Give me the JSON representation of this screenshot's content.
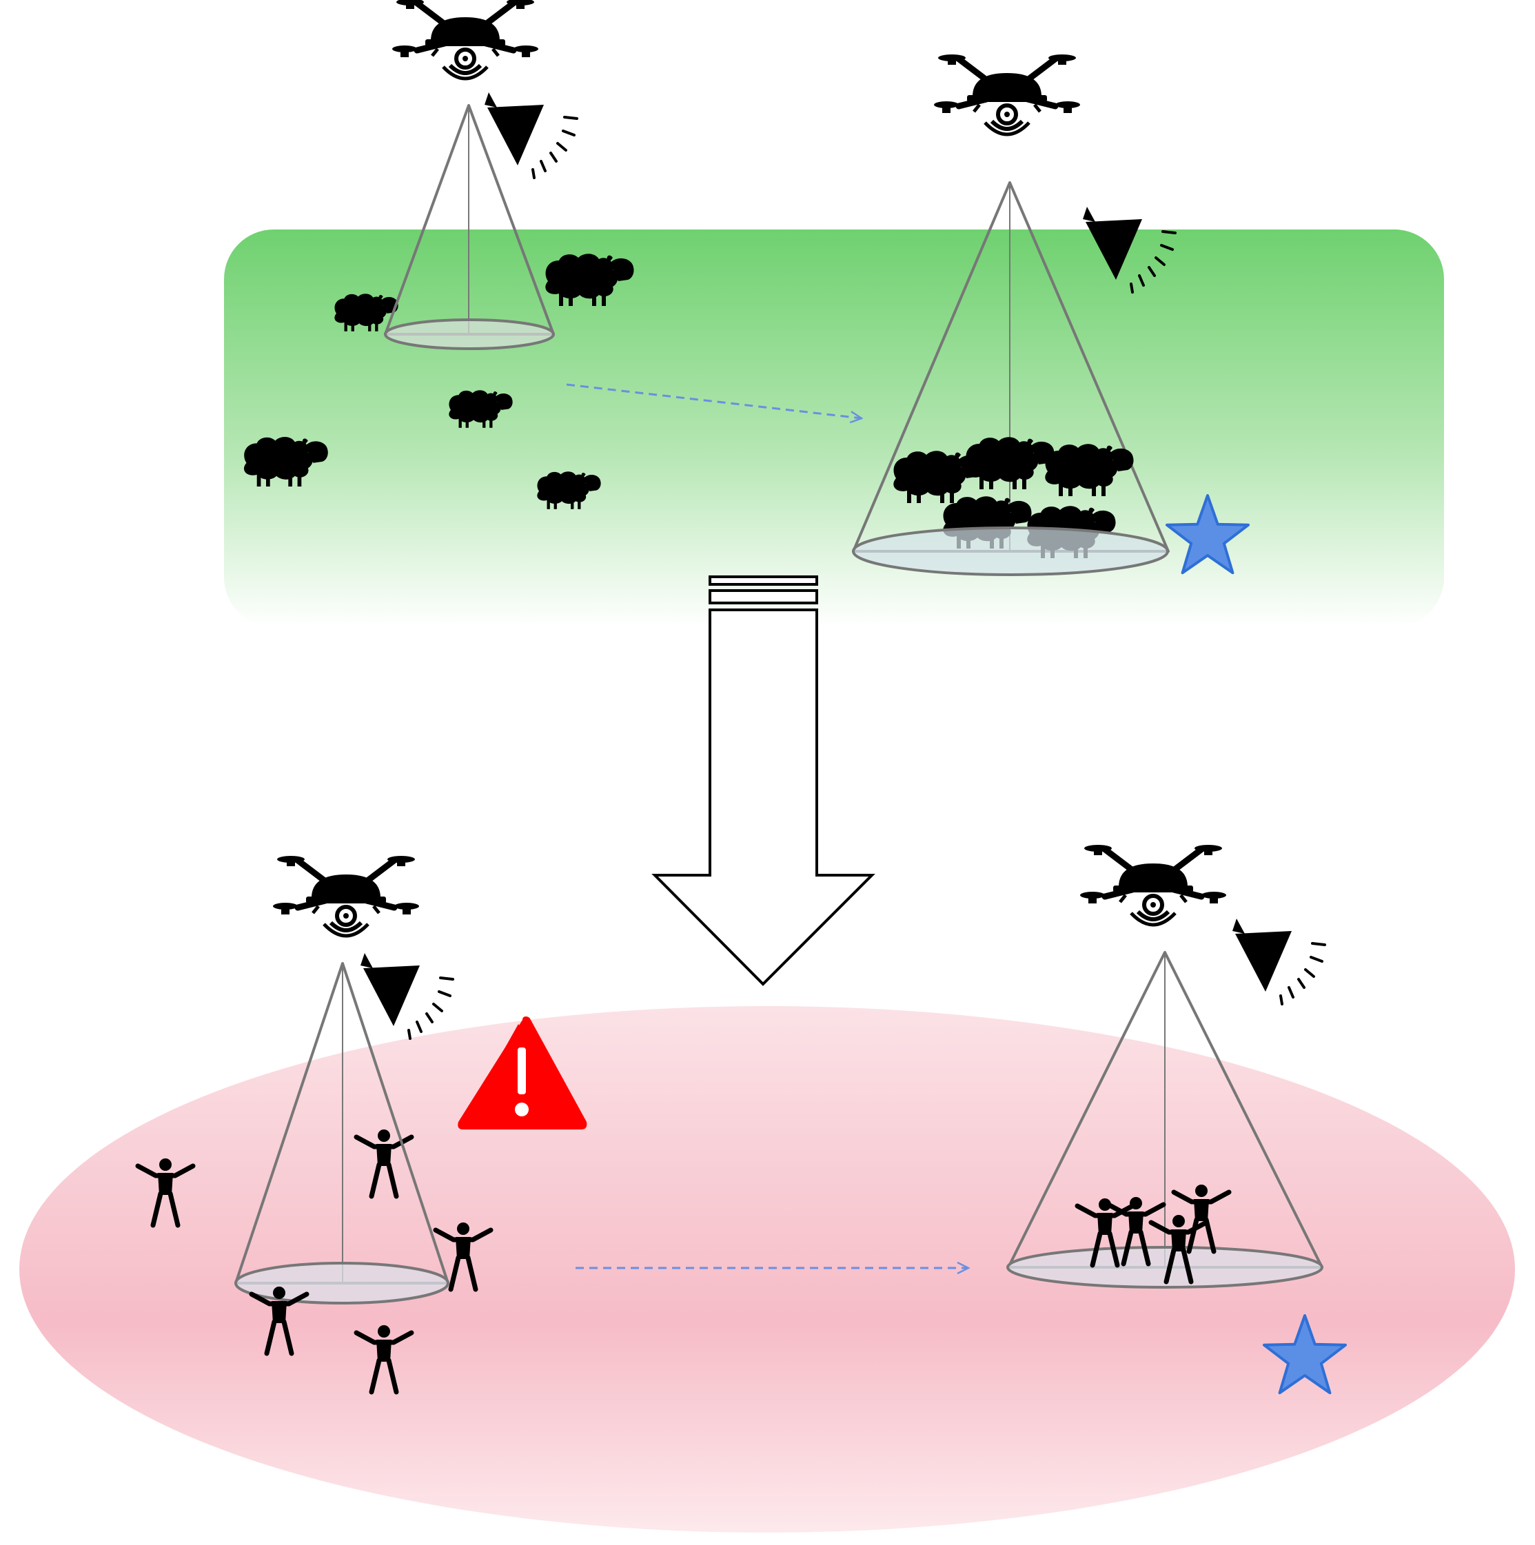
{
  "palette": {
    "field_green": "#6fd16f",
    "zone_pink": "#f6bcc7",
    "flow_arrow_blue": "#6a8fe0",
    "star_fill": "#5b8fe6",
    "star_stroke": "#2f6fd6",
    "warning_red": "#ff0000",
    "cone_stroke": "#777777"
  },
  "icons": {
    "drone": "drone-icon",
    "speaker": "speaker-icon",
    "sheep": "sheep-icon",
    "person": "person-icon",
    "star": "star-icon",
    "warning": "warning-icon",
    "transfer_arrow": "down-arrow-icon",
    "flow_arrow": "dashed-arrow-icon"
  },
  "scenes": [
    {
      "zone": "pasture",
      "agent": "sheep",
      "before": {
        "agents_inside_cone": 0,
        "agents_scattered": 6
      },
      "after": {
        "agents_gathered": 7,
        "goal_marker": "star"
      }
    },
    {
      "zone": "crowd",
      "agent": "person",
      "hazard": "warning",
      "before": {
        "agents_inside_cone": 1,
        "agents_scattered": 5
      },
      "after": {
        "agents_gathered": 4,
        "goal_marker": "star"
      }
    }
  ]
}
